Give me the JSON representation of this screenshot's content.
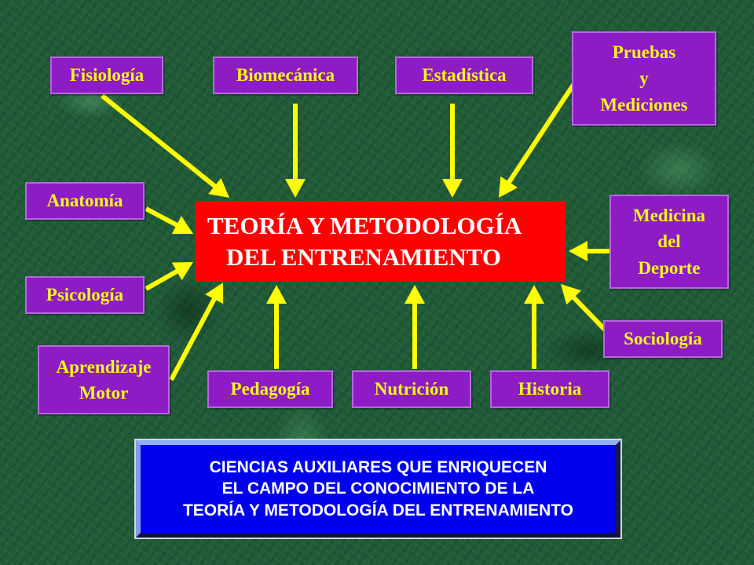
{
  "center": {
    "line1": "TEORÍA Y METODOLOGÍA",
    "line2": "DEL ENTRENAMIENTO"
  },
  "sciences": {
    "fisiologia": "Fisiología",
    "biomecanica": "Biomecánica",
    "estadistica": "Estadística",
    "pruebas": [
      "Pruebas",
      "y",
      "Mediciones"
    ],
    "anatomia": "Anatomía",
    "psicologia": "Psicología",
    "aprendizaje": [
      "Aprendizaje",
      "Motor"
    ],
    "medicina": [
      "Medicina",
      "del",
      "Deporte"
    ],
    "sociologia": "Sociología",
    "pedagogia": "Pedagogía",
    "nutricion": "Nutrición",
    "historia": "Historia"
  },
  "footer": {
    "line1": "CIENCIAS AUXILIARES QUE ENRIQUECEN",
    "line2": "EL CAMPO DEL CONOCIMIENTO DE LA",
    "line3": "TEORÍA Y METODOLOGÍA DEL ENTRENAMIENTO"
  },
  "colors": {
    "background": "#1f5a37",
    "box_fill": "#8e1cc4",
    "box_text": "#f7f719",
    "center_fill": "#ff0000",
    "center_text": "#ffffff",
    "arrow": "#ffff00",
    "footer_fill": "#0000ee"
  }
}
